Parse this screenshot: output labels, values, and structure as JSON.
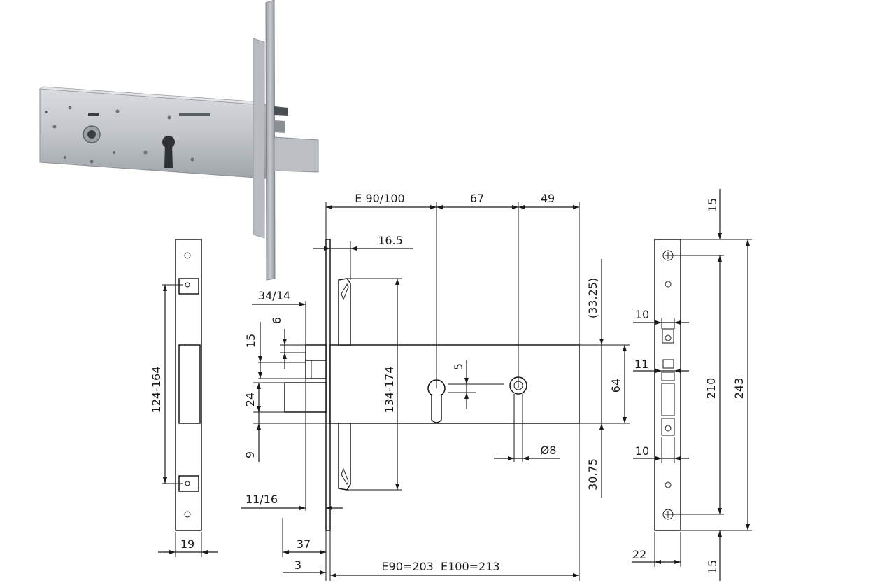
{
  "dimensions": {
    "e_backset": "E 90/100",
    "d67": "67",
    "d49": "49",
    "d16_5": "16.5",
    "d34_14": "34/14",
    "d6": "6",
    "d15_left": "15",
    "d5": "5",
    "d24": "24",
    "d9": "9",
    "d124_164": "124-164",
    "d134_174": "134-174",
    "d33_25": "(33.25)",
    "d64": "64",
    "d30_75": "30.75",
    "dia8": "Ø8",
    "d11_16": "11/16",
    "d37": "37",
    "d3": "3",
    "d19": "19",
    "total_length": "E90=203  E100=213",
    "d15_top": "15",
    "d10_top": "10",
    "d11": "11",
    "d10_bottom": "10",
    "d210": "210",
    "d243": "243",
    "d22": "22",
    "d15_bottom": "15"
  },
  "colors": {
    "line": "#1a1a1a",
    "steel_light": "#c9cdd1",
    "steel_mid": "#a9aeb3",
    "steel_dark": "#7d8287"
  }
}
